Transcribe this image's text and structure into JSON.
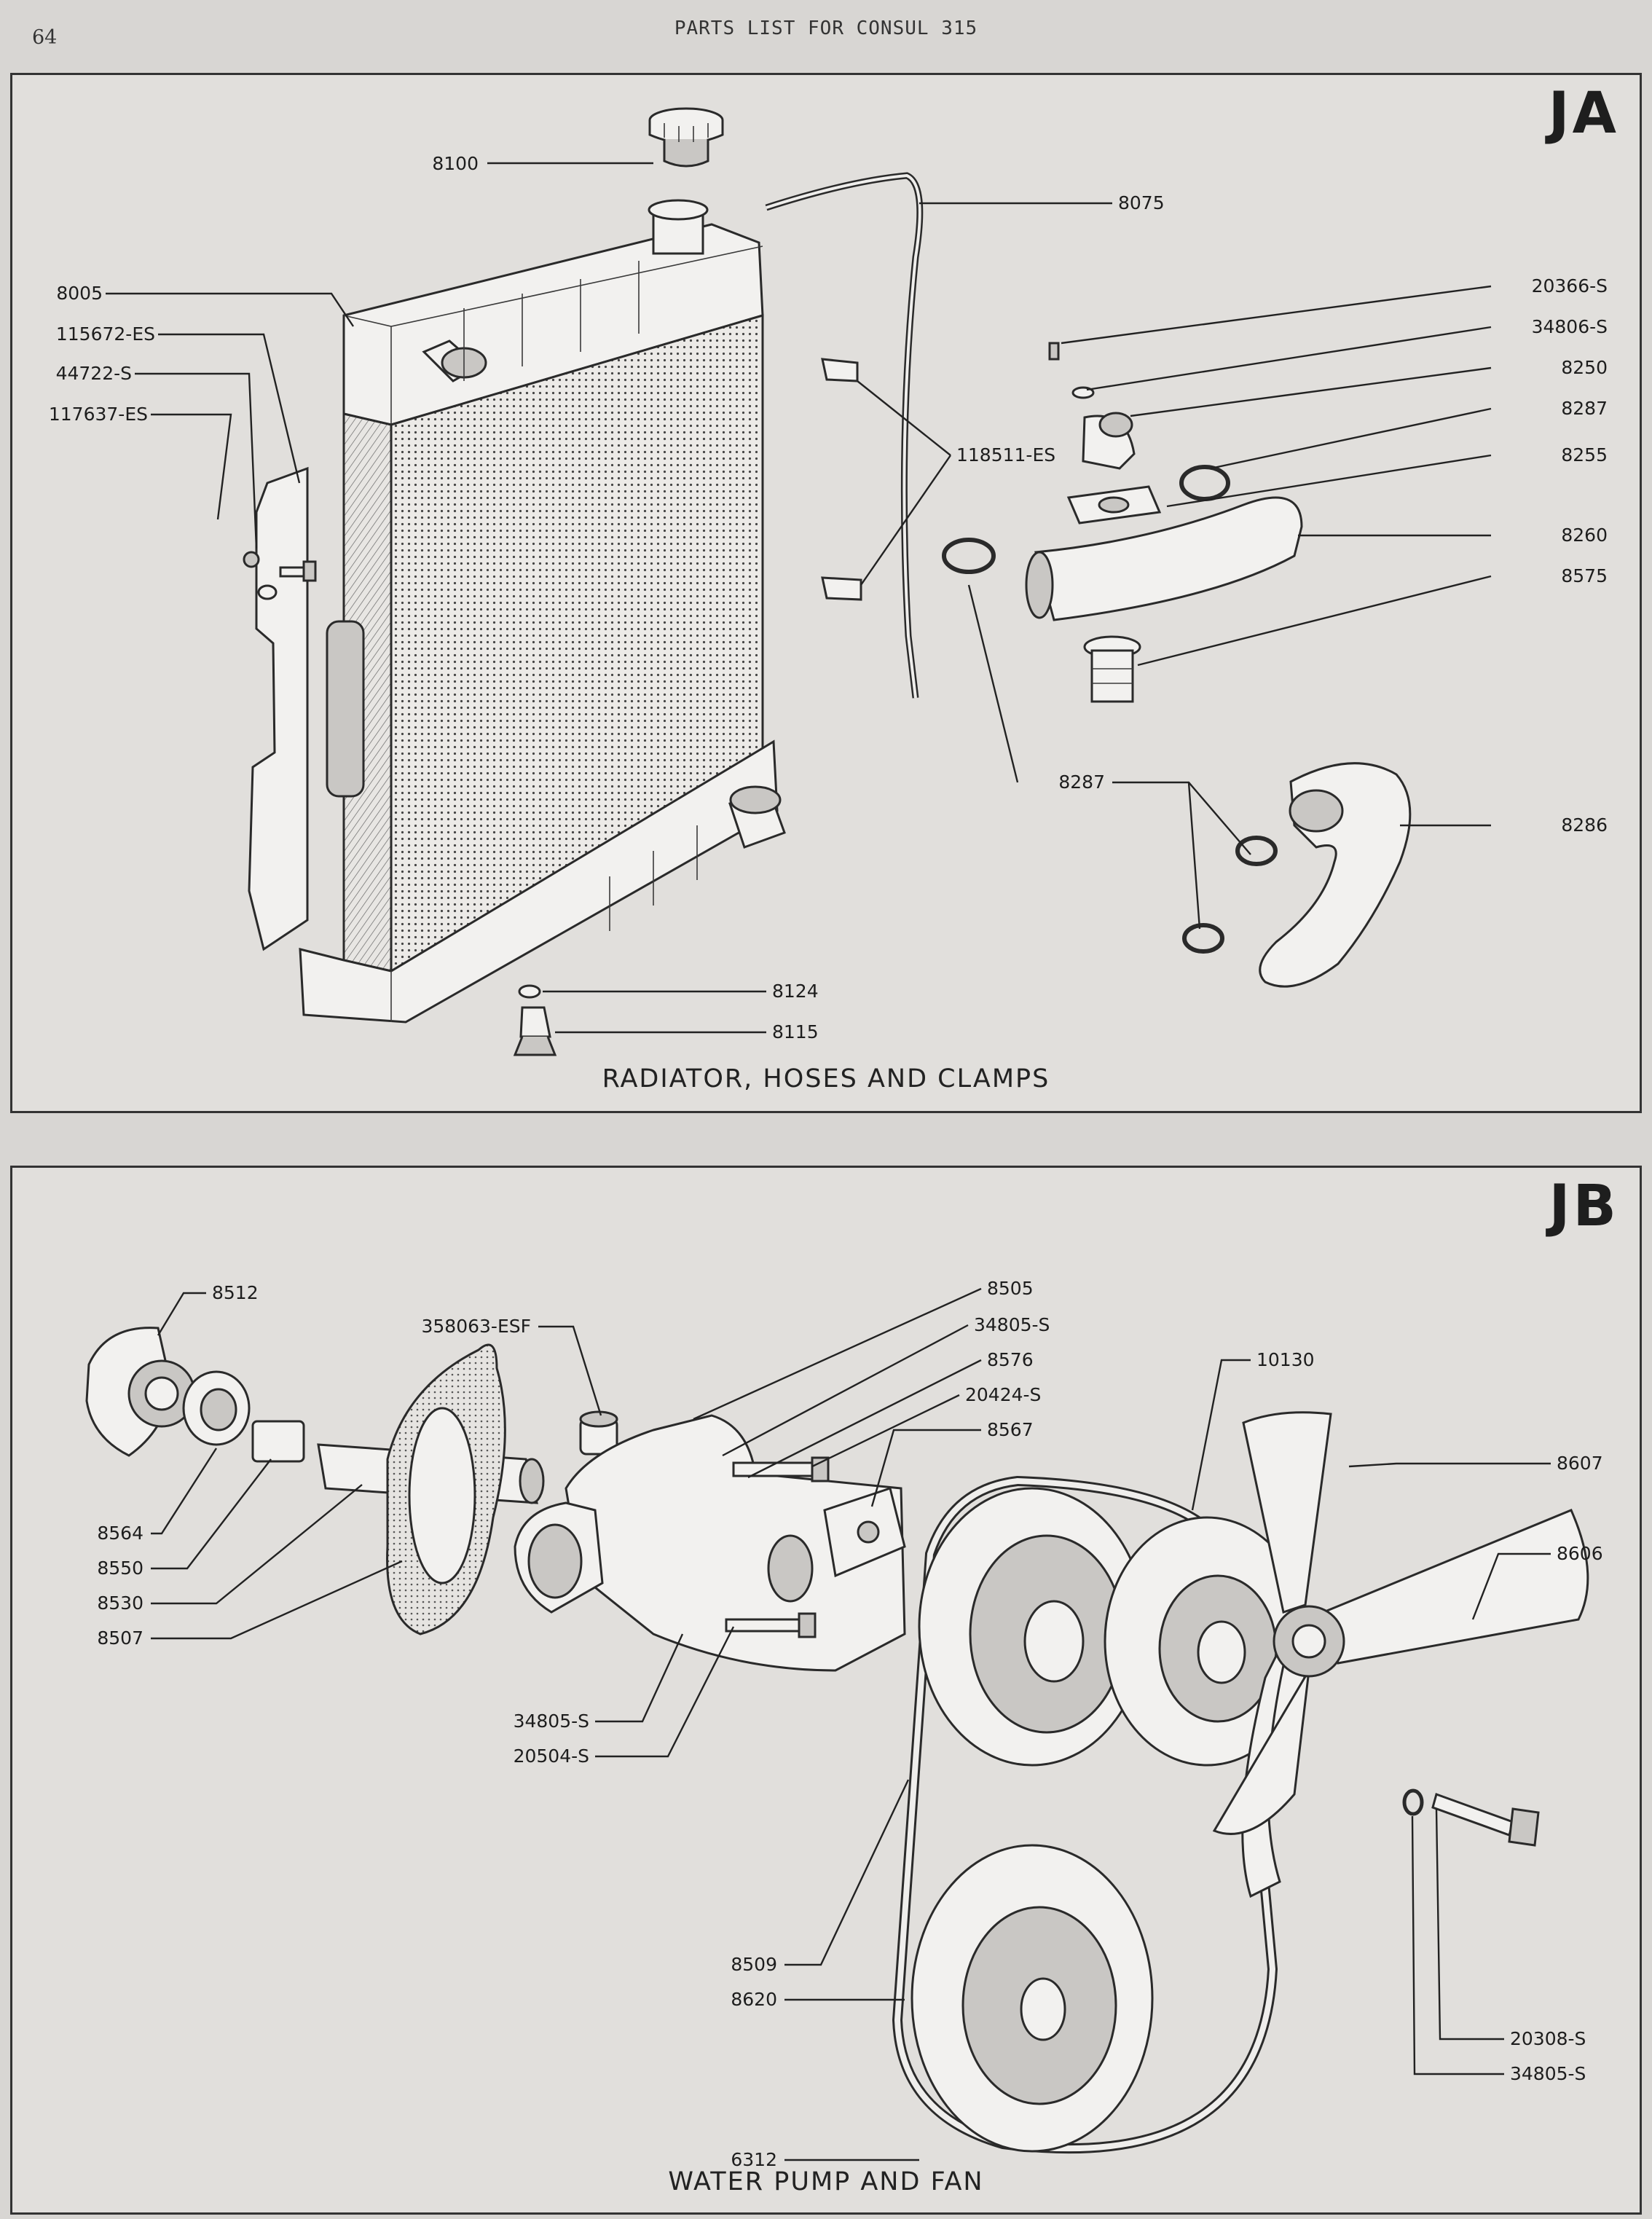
{
  "page": {
    "number": "64",
    "running_head": "PARTS LIST FOR CONSUL 315"
  },
  "panels": {
    "ja": {
      "code": "JA",
      "caption": "RADIATOR, HOSES AND CLAMPS",
      "callouts": [
        "8100",
        "8075",
        "8005",
        "115672-ES",
        "44722-S",
        "117637-ES",
        "20366-S",
        "34806-S",
        "8250",
        "8287",
        "118511-ES",
        "8255",
        "8260",
        "8575",
        "8287",
        "8286",
        "8124",
        "8115"
      ]
    },
    "jb": {
      "code": "JB",
      "caption": "WATER PUMP AND FAN",
      "callouts": [
        "8512",
        "358063-ESF",
        "8505",
        "34805-S",
        "8576",
        "20424-S",
        "8567",
        "10130",
        "8607",
        "8606",
        "8564",
        "8550",
        "8530",
        "8507",
        "34805-S",
        "20504-S",
        "8509",
        "8620",
        "6312",
        "20308-S",
        "34805-S"
      ]
    }
  }
}
